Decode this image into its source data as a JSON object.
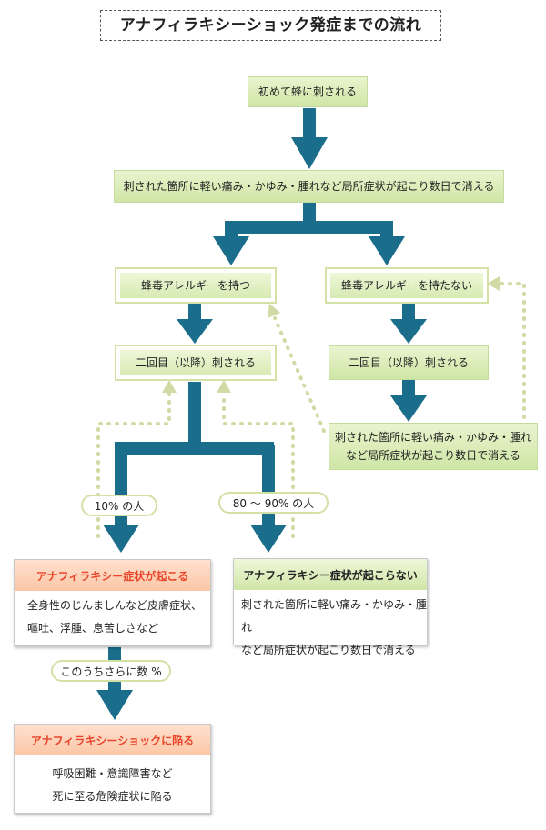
{
  "title": "アナフィラキシーショック発症までの流れ",
  "nodes": {
    "first_sting": "初めて蜂に刺される",
    "local_symptoms": "刺された箇所に軽い痛み・かゆみ・腫れなど局所症状が起こり数日で消える",
    "allergy_yes": "蜂毒アレルギーを持つ",
    "allergy_no": "蜂毒アレルギーを持たない",
    "second_sting_left": "二回目（以降）刺される",
    "second_sting_right": "二回目（以降）刺される",
    "local_symptoms_right": [
      "刺された箇所に軽い痛み・かゆみ・腫れ",
      "など局所症状が起こり数日で消える"
    ]
  },
  "labels": {
    "ten_percent": "10% の人",
    "eighty_ninety_percent": "80 ～ 90% の人",
    "several_percent": "このうちさらに数 %"
  },
  "cards": {
    "anaphylaxis_occurs": {
      "head": "アナフィラキシー症状が起こる",
      "lines": [
        "全身性のじんましんなど皮膚症状、",
        "嘔吐、浮腫、息苦しさなど"
      ]
    },
    "anaphylaxis_not_occur": {
      "head": "アナフィラキシー症状が起こらない",
      "lines": [
        "刺された箇所に軽い痛み・かゆみ・腫れ",
        "など局所症状が起こり数日で消える"
      ]
    },
    "anaphylactic_shock": {
      "head": "アナフィラキシーショックに陥る",
      "lines": [
        "呼吸困難・意識障害など",
        "死に至る危険症状に陥る"
      ]
    }
  },
  "colors": {
    "arrow": "#1a6e8c",
    "dotted": "#d3d9a4",
    "warning_text": "#e8452b"
  }
}
